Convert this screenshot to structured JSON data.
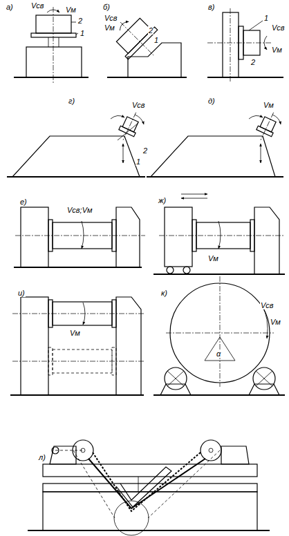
{
  "diagram": {
    "labels": [
      "а)",
      "Vсв",
      "Vм",
      "2",
      "1",
      "б)",
      "Vсв",
      "Vм",
      "2",
      "1",
      "в)",
      "1",
      "Vсв",
      "Vм",
      "2",
      "г)",
      "Vсв",
      "2",
      "1",
      "д)",
      "Vм",
      "е)",
      "Vсв;Vм",
      "ж)",
      "Vм",
      "и)",
      "Vм",
      "к)",
      "Vсв",
      "Vм",
      "α",
      "л)"
    ]
  }
}
